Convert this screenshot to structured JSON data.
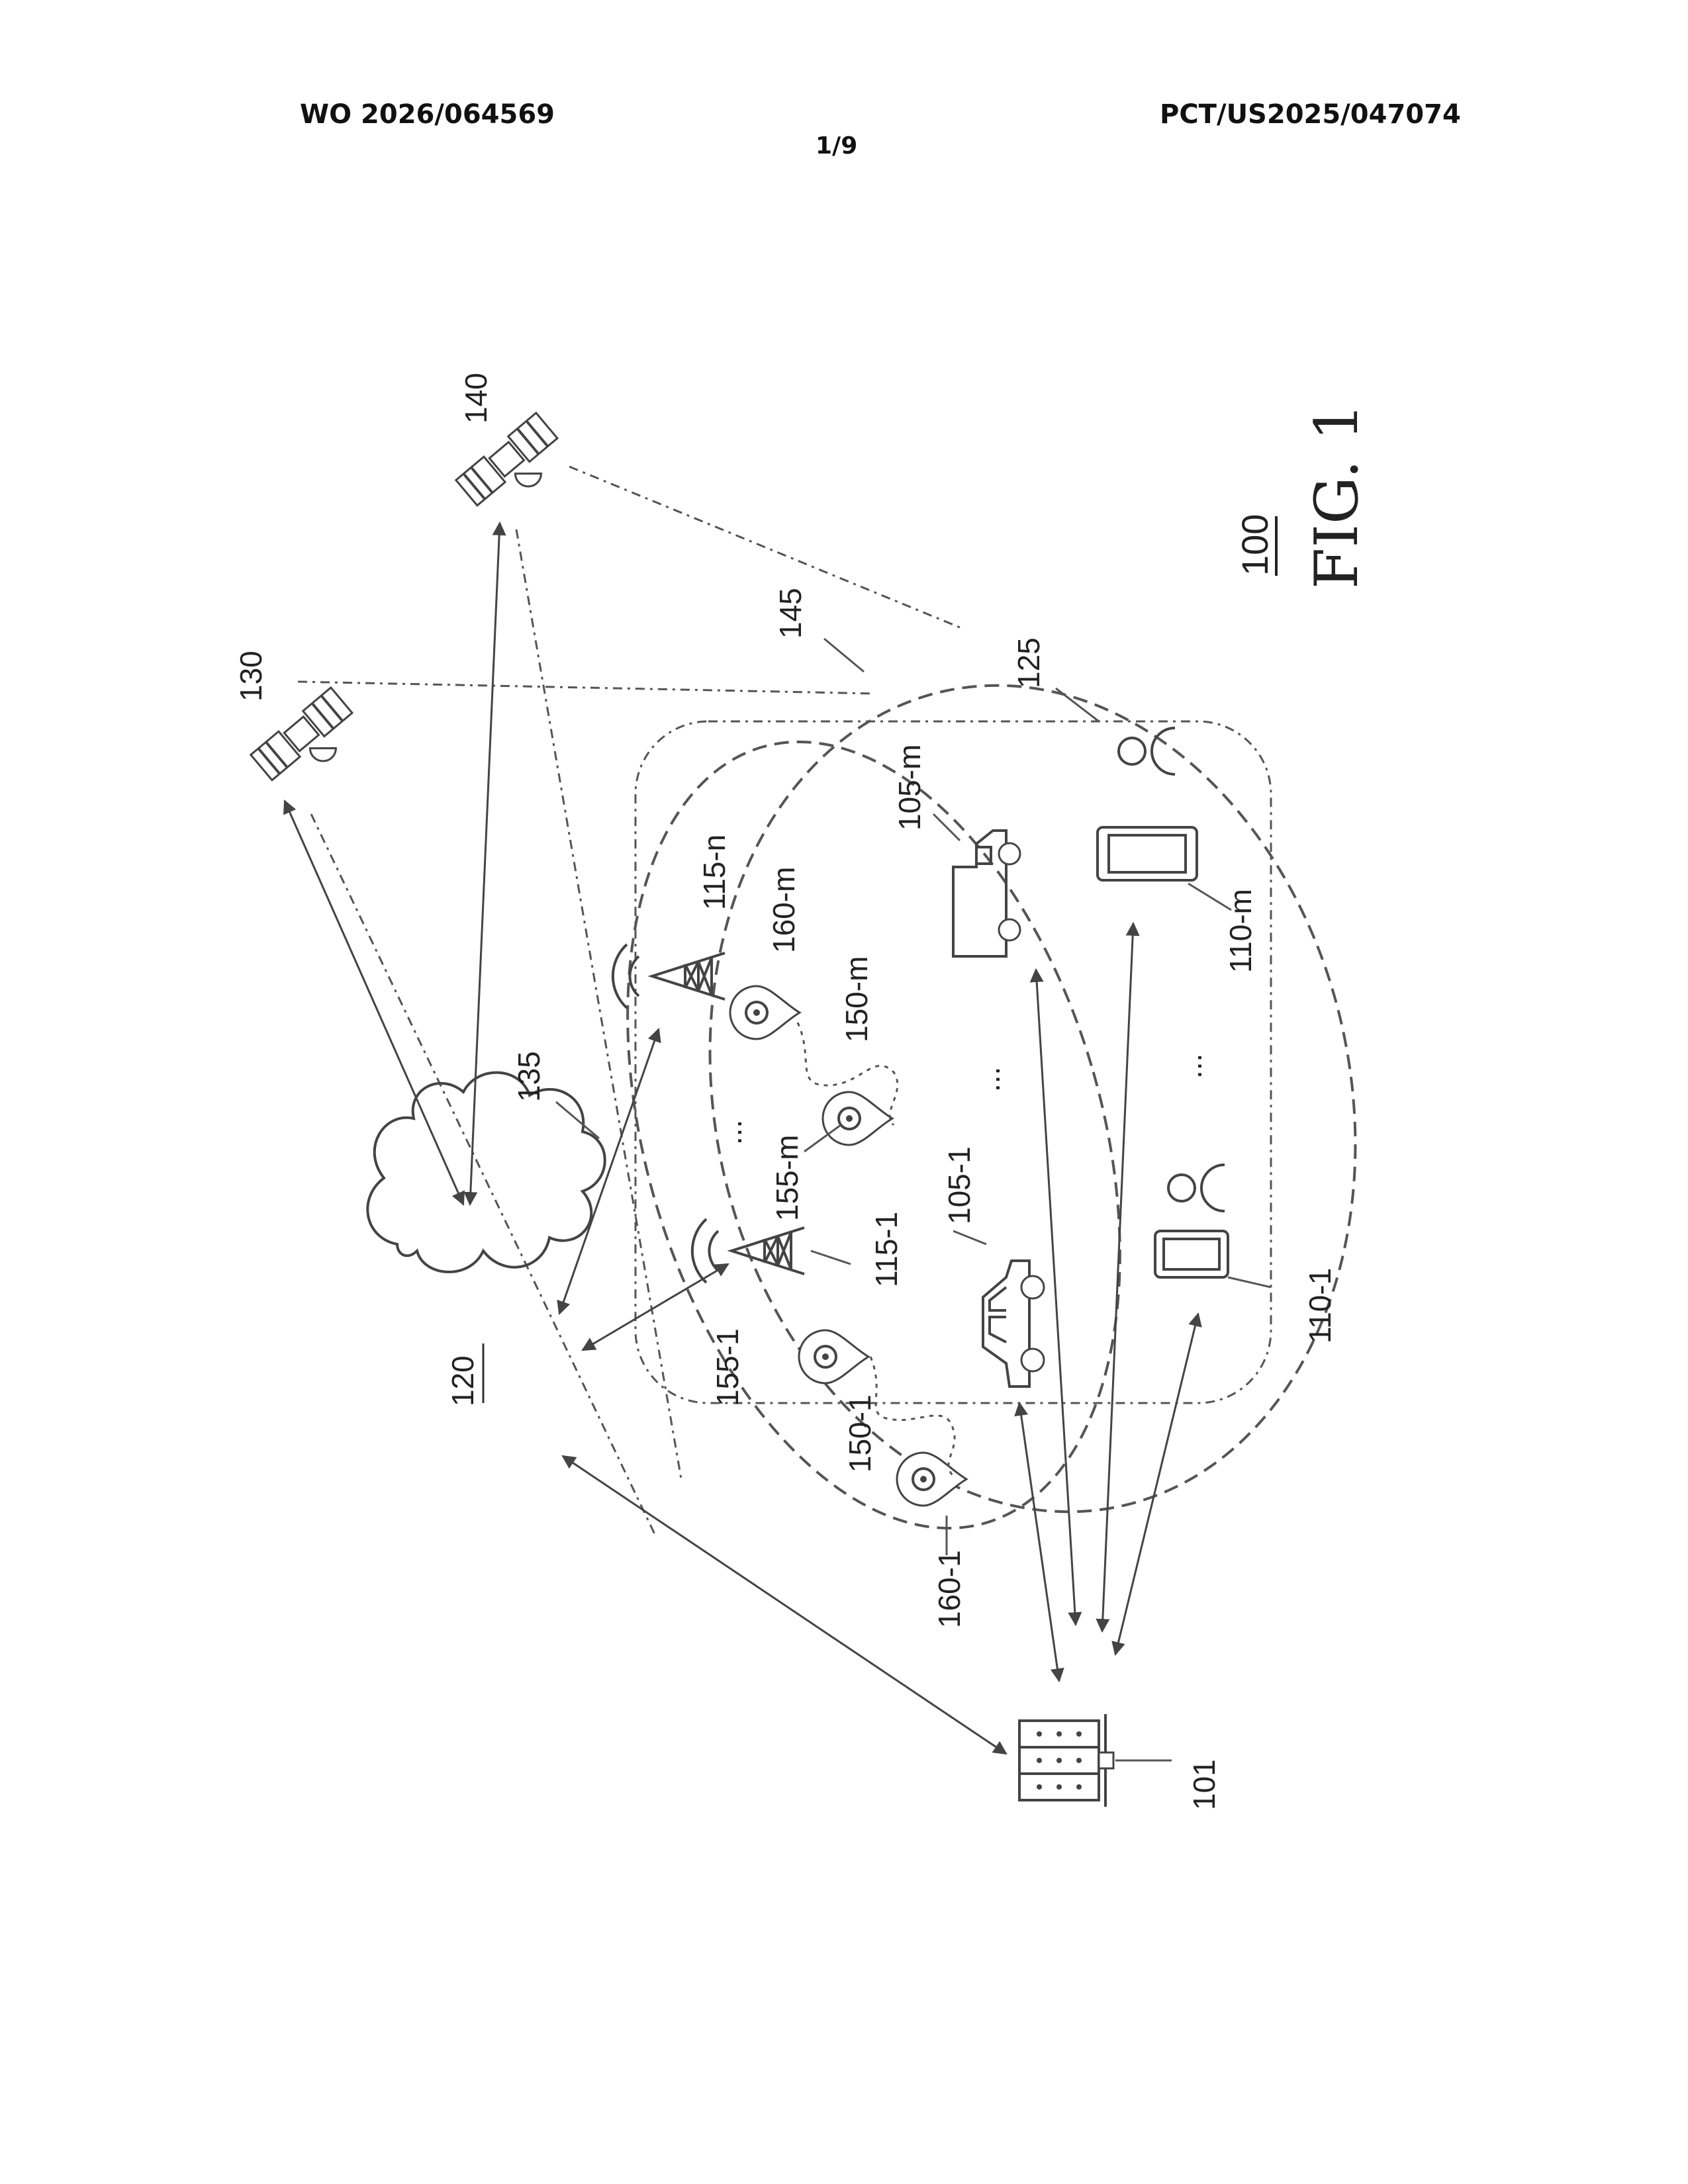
{
  "header": {
    "publication_number": "WO 2026/064569",
    "application_number": "PCT/US2025/047074",
    "sheet": "1/9"
  },
  "figure": {
    "caption": "FIG. 1",
    "system_ref": "100",
    "labels": {
      "server": "101",
      "vehicle_1": "105-1",
      "vehicle_m": "105-m",
      "device_1": "110-1",
      "device_m": "110-m",
      "tower_1": "115-1",
      "tower_n": "115-n",
      "network": "120",
      "region_125": "125",
      "satellite_130": "130",
      "coverage_135": "135",
      "satellite_140": "140",
      "coverage_145": "145",
      "path_1": "150-1",
      "path_m": "150-m",
      "pin_155_1": "155-1",
      "pin_155_m": "155-m",
      "pin_160_1": "160-1",
      "pin_160_m": "160-m",
      "ellipsis": "..."
    }
  }
}
